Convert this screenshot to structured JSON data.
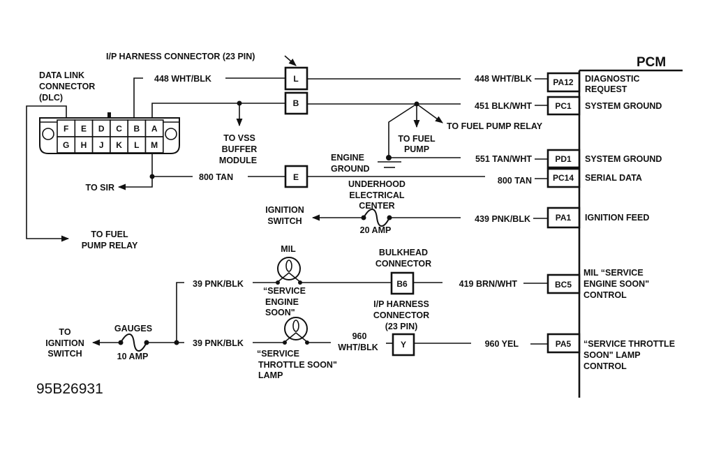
{
  "figure_id": "95B26931",
  "pcm": {
    "title": "PCM",
    "terminals": [
      {
        "pin": "PA12",
        "wire": "448 WHT/BLK",
        "function": [
          "DIAGNOSTIC",
          "REQUEST"
        ]
      },
      {
        "pin": "PC1",
        "wire": "451 BLK/WHT",
        "function": [
          "SYSTEM GROUND"
        ]
      },
      {
        "pin": "PD1",
        "wire": "551 TAN/WHT",
        "function": [
          "SYSTEM GROUND"
        ]
      },
      {
        "pin": "PC14",
        "wire": "800 TAN",
        "function": [
          "SERIAL DATA"
        ]
      },
      {
        "pin": "PA1",
        "wire": "439 PNK/BLK",
        "function": [
          "IGNITION FEED"
        ]
      },
      {
        "pin": "BC5",
        "wire": "419 BRN/WHT",
        "function": [
          "MIL “SERVICE",
          "ENGINE SOON\"",
          "CONTROL"
        ]
      },
      {
        "pin": "PA5",
        "wire": "960 YEL",
        "function": [
          "“SERVICE THROTTLE",
          "SOON\" LAMP",
          "CONTROL"
        ]
      }
    ]
  },
  "dlc": {
    "label": [
      "DATA LINK",
      "CONNECTOR",
      "(DLC)"
    ],
    "top_pins": [
      "F",
      "E",
      "D",
      "C",
      "B",
      "A"
    ],
    "bottom_pins": [
      "G",
      "H",
      "J",
      "K",
      "L",
      "M"
    ]
  },
  "ip_harness_top": {
    "label": "I/P HARNESS CONNECTOR (23 PIN)",
    "pins": [
      "L",
      "B",
      "E"
    ]
  },
  "wires_left": {
    "w448": "448 WHT/BLK",
    "w800": "800 TAN",
    "w39a": "39 PNK/BLK",
    "w39b": "39 PNK/BLK",
    "w960": [
      "960",
      "WHT/BLK"
    ]
  },
  "destinations": {
    "to_sir": "TO SIR",
    "to_vss": [
      "TO VSS",
      "BUFFER",
      "MODULE"
    ],
    "to_fuel_pump": [
      "TO FUEL",
      "PUMP"
    ],
    "to_fuel_pump_relay_right": "TO FUEL PUMP RELAY",
    "to_fuel_pump_relay_left": [
      "TO FUEL",
      "PUMP RELAY"
    ],
    "ignition_switch_mid": [
      "IGNITION",
      "SWITCH"
    ],
    "ignition_switch_left": [
      "TO",
      "IGNITION",
      "SWITCH"
    ]
  },
  "ground": {
    "label": [
      "ENGINE",
      "GROUND"
    ]
  },
  "underhood": {
    "label": [
      "UNDERHOOD",
      "ELECTRICAL",
      "CENTER"
    ],
    "fuse_rating": "20 AMP"
  },
  "gauges_fuse": {
    "label": "GAUGES",
    "rating": "10 AMP"
  },
  "mil_lamp": {
    "label": "MIL",
    "caption": [
      "“SERVICE",
      "ENGINE",
      "SOON\""
    ]
  },
  "throttle_lamp": {
    "caption": [
      "“SERVICE",
      "THROTTLE SOON\"",
      "LAMP"
    ]
  },
  "bulkhead": {
    "label": [
      "BULKHEAD",
      "CONNECTOR"
    ],
    "pin": "B6"
  },
  "ip_harness_bottom": {
    "label": [
      "I/P HARNESS",
      "CONNECTOR",
      "(23 PIN)"
    ],
    "pin": "Y"
  }
}
